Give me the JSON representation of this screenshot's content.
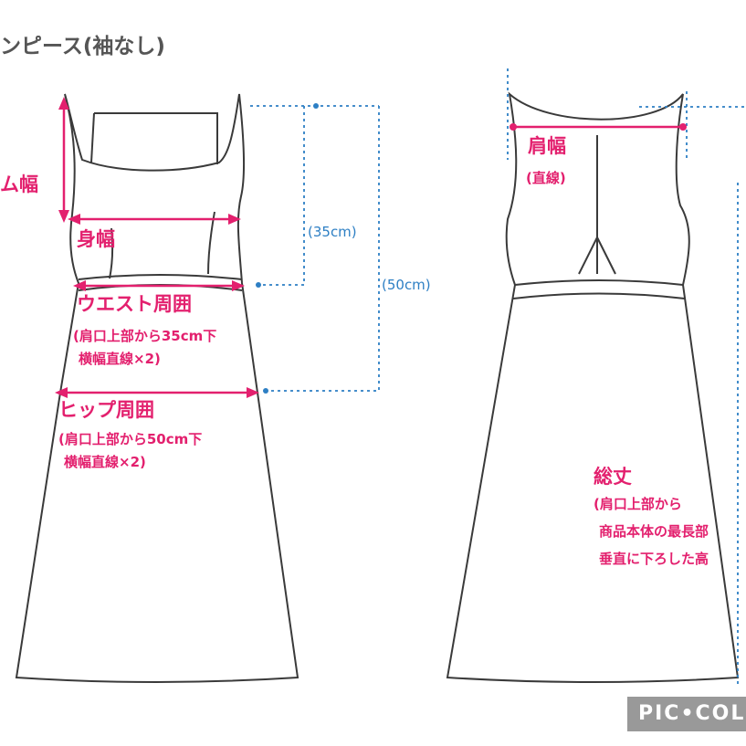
{
  "title": "ンピース(袖なし)",
  "labels": {
    "armhole": "ム幅",
    "body_width": "身幅",
    "waist": "ウエスト周囲",
    "waist_note_1": "(肩口上部から35cm下",
    "waist_note_2": "横幅直線×2)",
    "hip": "ヒップ周囲",
    "hip_note_1": "(肩口上部から50cm下",
    "hip_note_2": "横幅直線×2)",
    "shoulder": "肩幅",
    "shoulder_note": "(直線)",
    "length": "総丈",
    "length_note_1": "(肩口上部から",
    "length_note_2": "商品本体の最長部",
    "length_note_3": "垂直に下ろした高"
  },
  "dimensions": {
    "d35": "(35cm)",
    "d50": "(50cm)"
  },
  "watermark": "PIC•COL",
  "colors": {
    "measure": "#e3206e",
    "guide": "#2d7fc4",
    "outline": "#3a3a3a"
  }
}
